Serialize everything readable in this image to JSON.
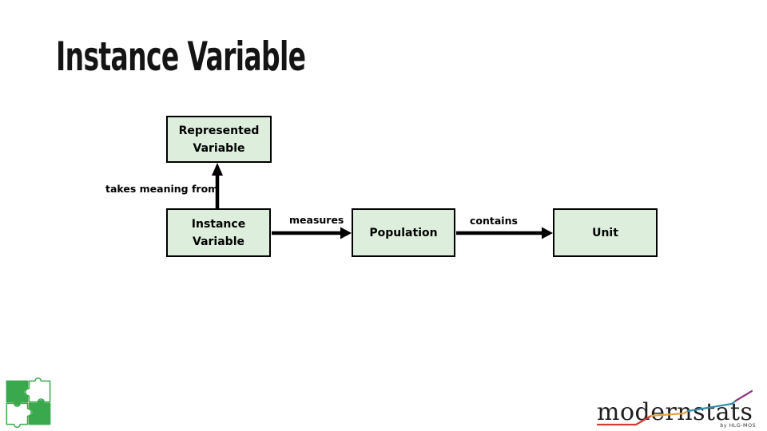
{
  "slide": {
    "title": "Instance Variable",
    "background_color": "#ffffff"
  },
  "diagram": {
    "box_fill": "#ddeedd",
    "box_border": "#000000",
    "arrow_color": "#000000",
    "boxes": [
      {
        "id": "represented-variable",
        "line1": "Represented",
        "line2": "Variable"
      },
      {
        "id": "instance-variable",
        "line1": "Instance",
        "line2": "Variable"
      },
      {
        "id": "population",
        "line1": "Population"
      },
      {
        "id": "unit",
        "line1": "Unit"
      }
    ],
    "edges": [
      {
        "from": "instance-variable",
        "to": "represented-variable",
        "label": "takes meaning from"
      },
      {
        "from": "instance-variable",
        "to": "population",
        "label": "measures"
      },
      {
        "from": "population",
        "to": "unit",
        "label": "contains"
      }
    ]
  },
  "footer": {
    "logo_text": "modernstats",
    "logo_subtext": "by HLG-MOS",
    "colors": {
      "green": "#3aa94d",
      "red": "#cf3d33",
      "orange": "#e8a33d",
      "teal": "#2e8fa8",
      "purple": "#8e3a7e"
    }
  }
}
